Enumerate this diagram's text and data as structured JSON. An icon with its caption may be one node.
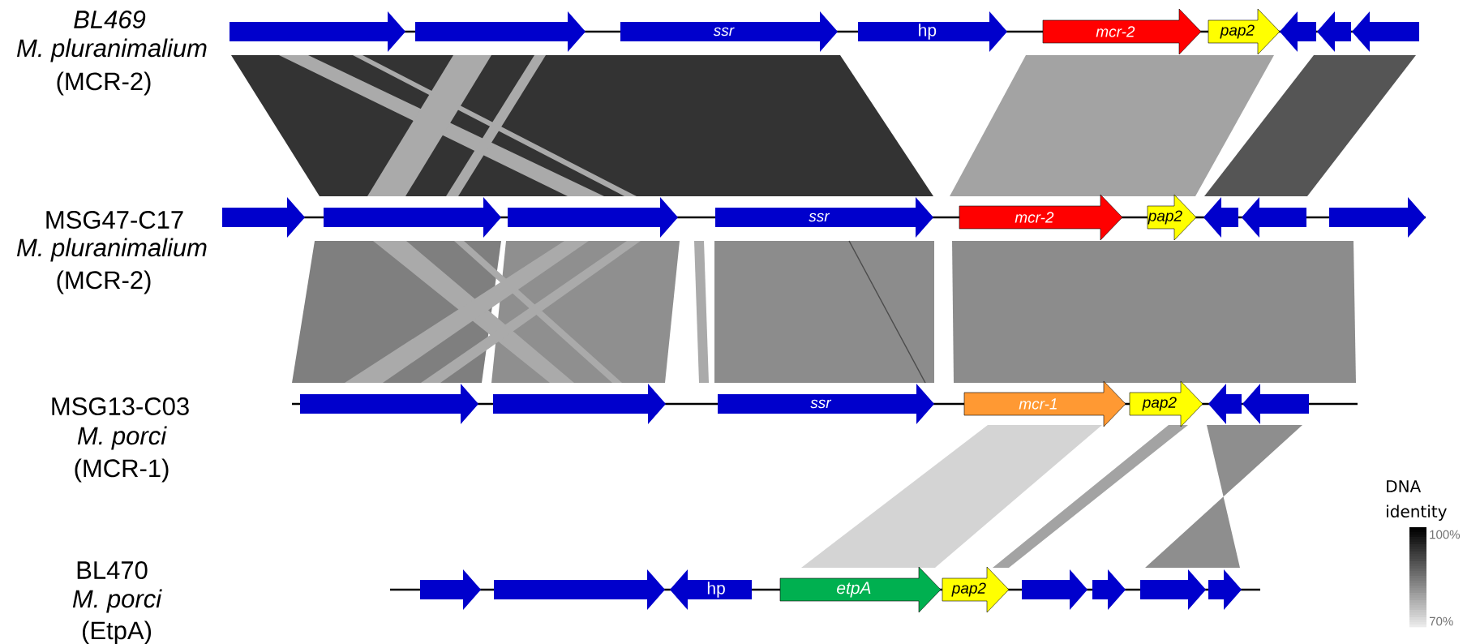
{
  "diagram": {
    "nodes": [
      {
        "text": [],
        "shape": "arrow"
      },
      {
        "text": [],
        "shape": "arrow"
      },
      {
        "text": [
          "ssr"
        ]
      },
      {
        "text": [
          "hp"
        ]
      },
      {
        "text": [
          "mcr-2"
        ]
      },
      {
        "text": [
          "pap2"
        ]
      },
      {
        "text": [],
        "shape": "arrow"
      },
      {
        "text": [],
        "shape": "arrow"
      },
      {
        "text": [],
        "shape": "arrow"
      },
      {
        "text": [],
        "shape": "arrow"
      },
      {
        "text": [],
        "shape": "arrow"
      },
      {
        "text": [],
        "shape": "arrow"
      },
      {
        "text": [
          "ssr"
        ]
      },
      {
        "text": [
          "mcr-2"
        ]
      },
      {
        "text": [
          "pap2"
        ]
      },
      {
        "text": [],
        "shape": "arrow"
      },
      {
        "text": [],
        "shape": "arrow"
      },
      {
        "text": [],
        "shape": "arrow"
      },
      {
        "text": [],
        "shape": "arrow"
      },
      {
        "text": [],
        "shape": "arrow"
      },
      {
        "text": [
          "ssr"
        ]
      },
      {
        "text": [
          "mcr-1"
        ]
      },
      {
        "text": [
          "pap2"
        ]
      },
      {
        "text": [],
        "shape": "arrow"
      },
      {
        "text": [],
        "shape": "arrow"
      },
      {
        "text": [],
        "shape": "arrow"
      },
      {
        "text": [],
        "shape": "arrow"
      },
      {
        "text": [
          "hp"
        ]
      },
      {
        "text": [
          "etpA"
        ]
      },
      {
        "text": [
          "pap2"
        ]
      },
      {
        "text": [],
        "shape": "arrow"
      },
      {
        "text": [],
        "shape": "arrow"
      },
      {
        "text": [],
        "shape": "arrow"
      },
      {
        "text": [],
        "shape": "arrow"
      }
    ],
    "labels": [
      "BL469",
      "M. pluranimalium",
      "(MCR-2)",
      "MSG47-C17",
      "M. pluranimalium",
      "(MCR-2)",
      "MSG13-C03",
      "M. porci",
      "(MCR-1)",
      "BL470",
      "M. porci",
      "(EtpA)",
      "DNA identity",
      "100%",
      "70%"
    ]
  }
}
